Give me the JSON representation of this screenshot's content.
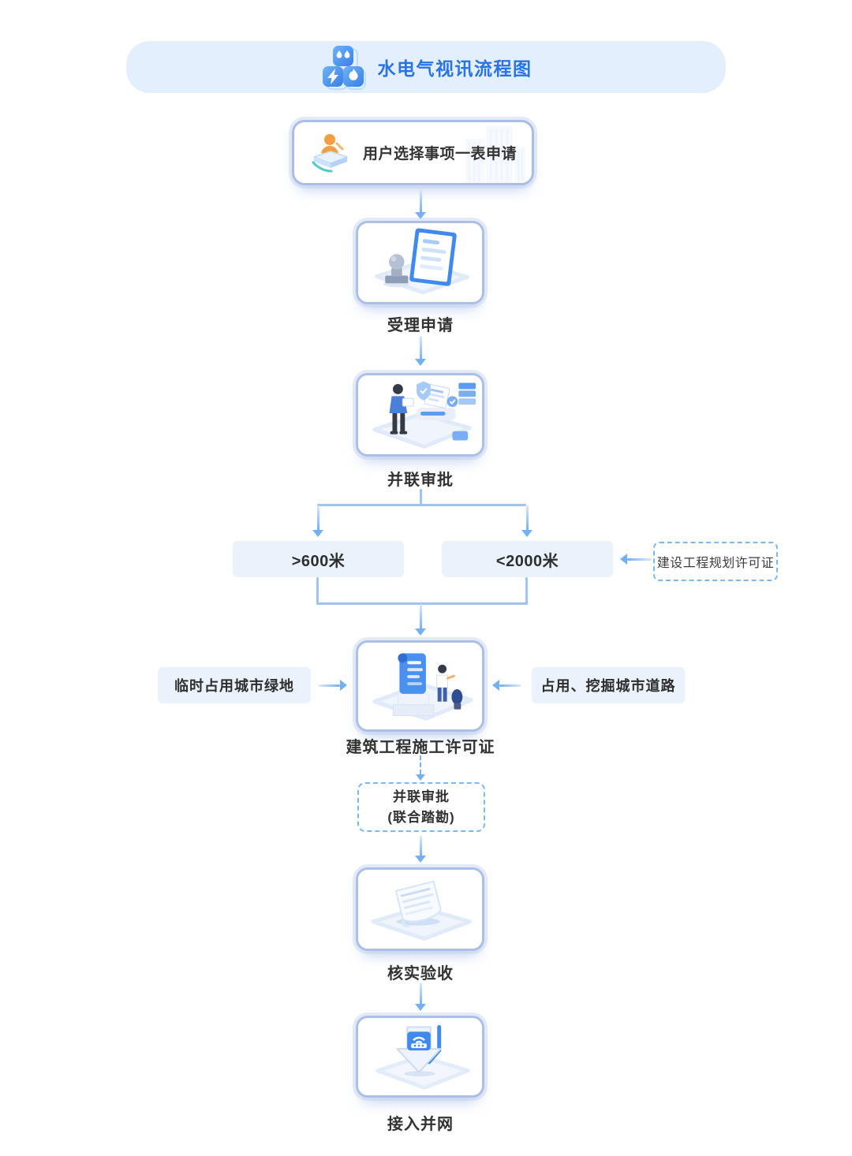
{
  "header": {
    "title": "水电气视讯流程图",
    "icon": "water-electric-gas-cubes-icon"
  },
  "nodes": {
    "start": {
      "label": "用户选择事项一表申请",
      "icon": "user-application-form-icon"
    },
    "accept": {
      "label": "受理申请",
      "icon": "stamp-document-illustration"
    },
    "parallel_approval": {
      "label": "并联审批",
      "icon": "clerk-desk-review-illustration"
    },
    "branch_over_600m": {
      "label": ">600米"
    },
    "branch_under_2000m": {
      "label": "<2000米"
    },
    "planning_permit": {
      "label": "建设工程规划许可证"
    },
    "temp_green_land": {
      "label": "临时占用城市绿地"
    },
    "occupy_road": {
      "label": "占用、挖掘城市道路"
    },
    "construction_permit": {
      "label": "建筑工程施工许可证",
      "icon": "scroll-permit-person-illustration"
    },
    "joint_survey": {
      "line1": "并联审批",
      "line2": "(联合踏勘)"
    },
    "verify_accept": {
      "label": "核实验收",
      "icon": "curled-paper-illustration"
    },
    "grid_connection": {
      "label": "接入并网",
      "icon": "download-connect-illustration"
    }
  },
  "colors": {
    "banner_bg": "#e3effd",
    "title_blue": "#2973e6",
    "node_border": "#abbfe7",
    "branch_box_bg": "#eaf2fc",
    "dashed_border": "#7db9f1",
    "arrow_blue": "#74b0f3",
    "label_text": "#323232"
  }
}
